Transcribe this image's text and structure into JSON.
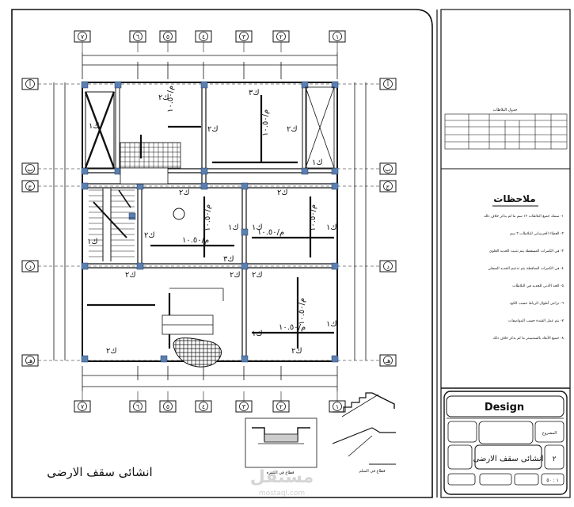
{
  "drawing": {
    "title": "انشائى سقف الارضى",
    "logo_text": "Design",
    "watermark": "مستقل",
    "watermark_url": "mostaql.com"
  },
  "grid_axes": {
    "top_labels": [
      "٧",
      "٦",
      "٥",
      "٤",
      "٣",
      "٢",
      "١"
    ],
    "bottom_labels": [
      "٧",
      "٦",
      "٥",
      "٤",
      "٣",
      "٢",
      "١"
    ],
    "side_labels": [
      "أ",
      "ب",
      "ج",
      "د",
      "هـ"
    ]
  },
  "slab_labels": {
    "thickness": "م/١٠.٥٠",
    "k1": "ك١",
    "k2": "ك٢",
    "k3": "ك٣"
  },
  "notes": {
    "heading": "ملاحظات",
    "items": [
      "١- سمك جميع البلاطات ١٢ سم ما لم يذكر خلاف ذلك",
      "٢- الغطاء الخرساني للبلاطات ٢ سم",
      "٣- في الكمرات المسقطة يتم تثبيت الحديد العلوي",
      "٤- في الكمرات الساقطة يتم تدعيم الحديد السفلي",
      "٥- الحد الأدنى للحديد في البلاطات",
      "٦- تراعى أطوال الرباط حسب الكود",
      "٧- يتم عمل الشدة حسب المواصفات",
      "٨- جميع الأبعاد بالسنتيمتر ما لم يذكر خلاف ذلك"
    ]
  },
  "schedule": {
    "title": "جدول البلاطات"
  },
  "title_block": {
    "project_label": "المشروع",
    "scale": "١ : ٥٠",
    "sheet_no": "٢",
    "drawing_name": "انشائى سقف الارضى"
  },
  "details": {
    "stair_detail_caption": "قطاع في السلم",
    "beam_detail_caption": "قطاع في الكمرة"
  }
}
